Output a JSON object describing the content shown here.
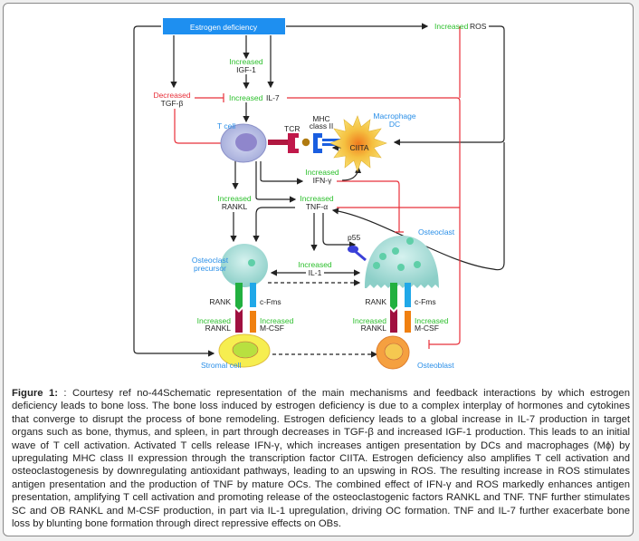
{
  "figure": {
    "estrogen": "Estrogen deficiency",
    "increased": "Increased",
    "decreased": "Decreased",
    "ros": "ROS",
    "igf1": "IGF-1",
    "il7": "IL-7",
    "tgfb": "TGF-β",
    "tcell": "T cell",
    "tcr": "TCR",
    "mhc1": "MHC",
    "mhc2": "class II",
    "macrophage": "Macrophage",
    "dc": "DC",
    "ciita": "CIITA",
    "ifng": "IFN-γ",
    "rankl": "RANKL",
    "tnfa": "TNF-α",
    "oc_precursor1": "Osteoclast",
    "oc_precursor2": "precursor",
    "osteoclast": "Osteoclast",
    "p55": "p55",
    "il1": "IL-1",
    "rank": "RANK",
    "cfms": "c-Fms",
    "mcsf": "M-CSF",
    "stromal": "Stromal cell",
    "osteoblast": "Osteoblast",
    "colors": {
      "box": "#1e8ff0",
      "green": "#2bbf2b",
      "red": "#e8303a",
      "blue_label": "#2a8fe8"
    }
  },
  "caption": {
    "label": "Figure 1:",
    "text": " : Courtesy ref no-44Schematic representation of the main mechanisms and feedback interactions by which estrogen deficiency leads to bone loss. The bone loss induced by estrogen deficiency is due to a complex interplay of hormones and cytokines that converge to disrupt the process of bone remodeling. Estrogen deficiency leads to a global increase in IL-7 production in target organs such as bone, thymus, and spleen, in part through decreases in TGF-β and increased IGF-1 production. This leads to an initial wave of T cell activation. Activated T cells release IFN-γ, which increases antigen presentation by DCs and macrophages (Mϕ) by upregulating MHC class II expression through the transcription factor CIITA. Estrogen deficiency also amplifies T cell activation and osteoclastogenesis by downregulating antioxidant pathways, leading to an upswing in ROS. The resulting increase in ROS stimulates antigen presentation and the production of TNF by mature OCs. The combined effect of IFN-γ and ROS markedly enhances antigen presentation, amplifying T cell activation and promoting release of the osteoclastogenic factors RANKL and TNF. TNF further stimulates SC and OB RANKL and M-CSF production, in part via IL-1 upregulation, driving OC formation. TNF and IL-7 further exacerbate bone loss by blunting bone formation through direct repressive effects on OBs."
  }
}
